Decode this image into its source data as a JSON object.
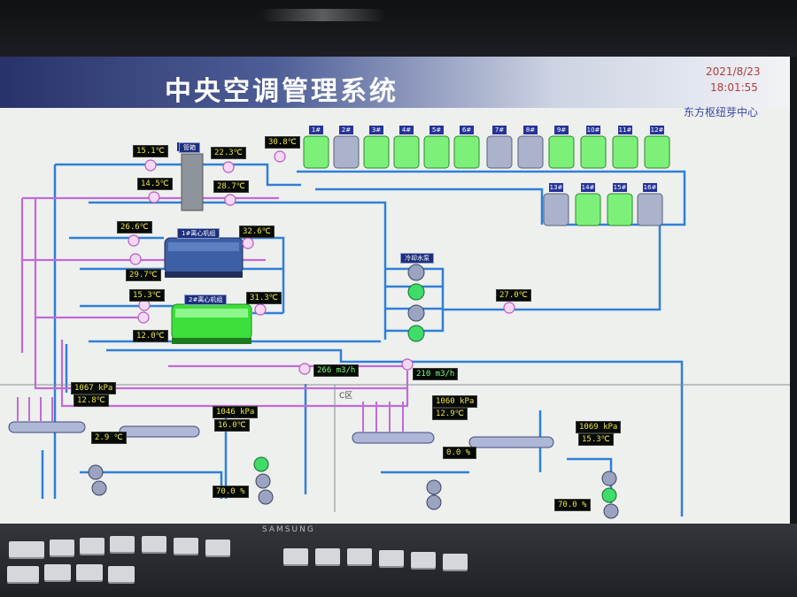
{
  "header": {
    "title": "中央空调管理系统",
    "date": "2021/8/23",
    "time": "18:01:55",
    "org": "东方枢纽芽中心"
  },
  "cooling_towers": {
    "row1": [
      "1#",
      "2#",
      "3#",
      "4#",
      "5#",
      "6#",
      "7#",
      "8#",
      "9#",
      "10#",
      "11#",
      "12#"
    ],
    "row2": [
      "13#",
      "14#",
      "15#",
      "16#"
    ]
  },
  "equipment": {
    "header_tank": "管箱",
    "chiller1": "1#离心机组",
    "chiller2": "2#离心机组",
    "pump_group": "冷却水泵",
    "zone_label": "C区"
  },
  "temps": {
    "t_15_1": "15.1℃",
    "t_22_3": "22.3℃",
    "t_30_8": "30.8℃",
    "t_14_5": "14.5℃",
    "t_28_7": "28.7℃",
    "t_26_6": "26.6℃",
    "t_32_6": "32.6℃",
    "t_29_7": "29.7℃",
    "t_15_3": "15.3℃",
    "t_31_3": "31.3℃",
    "t_12_0": "12.0℃",
    "t_27_0": "27.0℃"
  },
  "flows": {
    "f1": "266 m3/h",
    "f2": "210 m3/h"
  },
  "lower_left": {
    "p1": "1067 kPa",
    "t1": "12.8℃",
    "p2": "1046 kPa",
    "t2": "16.0℃",
    "t3": "2.9 ℃",
    "t4": "70.0 %"
  },
  "lower_right": {
    "p1": "1060 kPa",
    "t1": "12.9℃",
    "p2": "1069 kPa",
    "t2": "15.3℃",
    "t3": "0.0 %",
    "t4": "70.0 %"
  },
  "colors": {
    "pipe_blue": "#2f7fd8",
    "pipe_pink": "#c26ad8",
    "active_green": "#5ef05a",
    "idle_grey": "#aab2cc"
  },
  "keyboard": {
    "brand": "SAMSUNG"
  }
}
